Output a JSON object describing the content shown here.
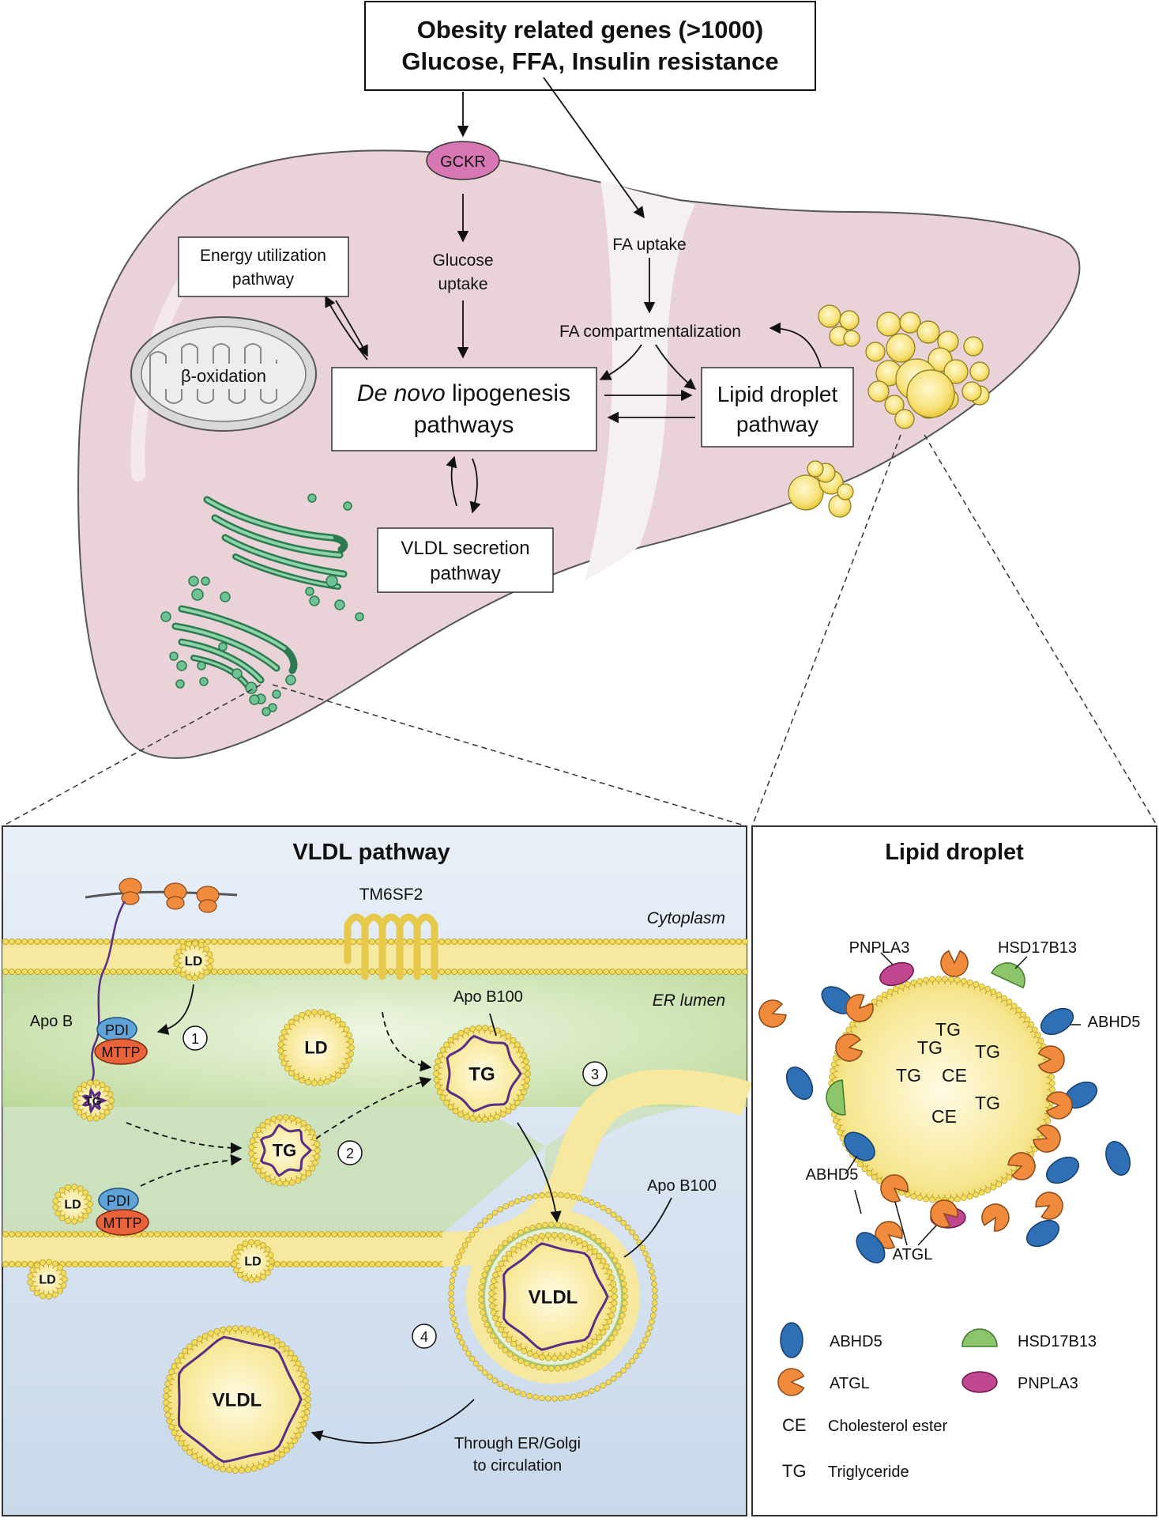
{
  "header": {
    "line1": "Obesity related genes (>1000)",
    "line2": "Glucose, FFA, Insulin resistance"
  },
  "liver": {
    "gckr": "GCKR",
    "energy": [
      "Energy utilization",
      "pathway"
    ],
    "glucose": [
      "Glucose",
      "uptake"
    ],
    "fa_uptake": "FA uptake",
    "fa_comp": "FA compartmentalization",
    "beta_ox": "β-oxidation",
    "dnl_italic": "De novo",
    "dnl_rest": " lipogenesis",
    "dnl_line2": "pathways",
    "lipid_pathway": [
      "Lipid droplet",
      "pathway"
    ],
    "vldl_secretion": [
      "VLDL secretion",
      "pathway"
    ]
  },
  "vldl_panel": {
    "title": "VLDL pathway",
    "cytoplasm": "Cytoplasm",
    "er_lumen": "ER lumen",
    "tm6sf2": "TM6SF2",
    "apob": "Apo B",
    "apob100_top": "Apo B100",
    "apob100_bottom": "Apo B100",
    "pdi": "PDI",
    "mttp": "MTTP",
    "ld": "LD",
    "tg": "TG",
    "vldl": "VLDL",
    "steps": [
      "1",
      "2",
      "3",
      "4"
    ],
    "circulation": [
      "Through ER/Golgi",
      "to circulation"
    ]
  },
  "lipid_panel": {
    "title": "Lipid droplet",
    "pnpla3": "PNPLA3",
    "hsd17b13": "HSD17B13",
    "abhd5_right": "ABHD5",
    "abhd5_left": "ABHD5",
    "atgl": "ATGL",
    "core": [
      "TG",
      "TG",
      "TG",
      "TG",
      "CE",
      "TG",
      "CE"
    ],
    "legend": [
      {
        "label": "ABHD5",
        "shape": "abhd5"
      },
      {
        "label": "HSD17B13",
        "shape": "hsd"
      },
      {
        "label": "ATGL",
        "shape": "atgl"
      },
      {
        "label": "PNPLA3",
        "shape": "pnpla3"
      }
    ],
    "abbrev": [
      {
        "abbr": "CE",
        "full": "Cholesterol ester"
      },
      {
        "abbr": "TG",
        "full": "Triglyceride"
      }
    ]
  },
  "colors": {
    "liver": "#e9d3d8",
    "liver_stroke": "#555555",
    "lipid": "#f3dc5a",
    "golgi": "#3f9a6a",
    "abhd5": "#2e6fb5",
    "atgl": "#f08a3c",
    "hsd": "#8cc56a",
    "pnpla3": "#c0478f",
    "protein": "#5a2d86",
    "er_green": "#c8e0a8",
    "cyto_blue": "#c9d9ea"
  }
}
